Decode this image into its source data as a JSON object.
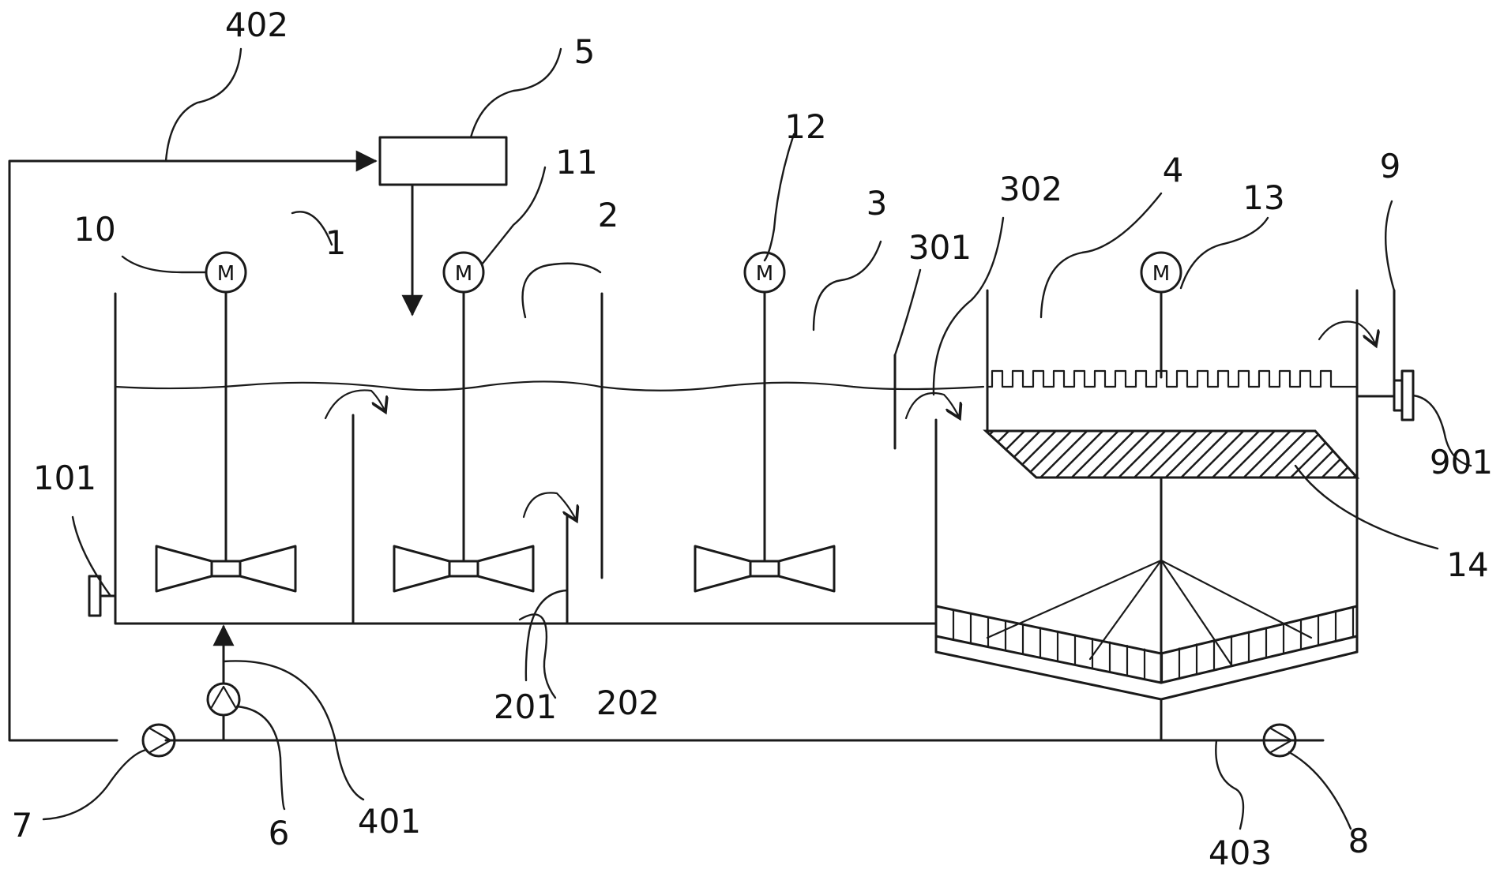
{
  "labels": {
    "l1": "1",
    "l2": "2",
    "l3": "3",
    "l4": "4",
    "l5": "5",
    "l6": "6",
    "l7": "7",
    "l8": "8",
    "l9": "9",
    "l10": "10",
    "l11": "11",
    "l12": "12",
    "l13": "13",
    "l14": "14",
    "l101": "101",
    "l201": "201",
    "l202": "202",
    "l301": "301",
    "l302": "302",
    "l401": "401",
    "l402": "402",
    "l403": "403",
    "l901": "901"
  },
  "motor_symbol": "M",
  "colors": {
    "line": "#1a1a1a",
    "background": "#ffffff"
  }
}
